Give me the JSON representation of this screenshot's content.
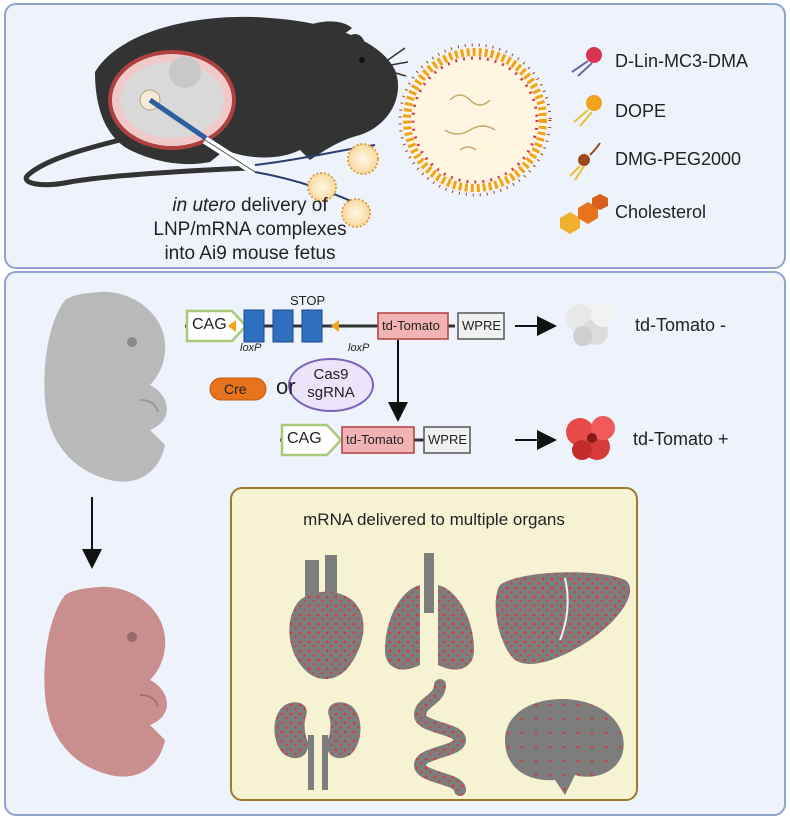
{
  "top": {
    "caption": {
      "line1_italic": "in utero",
      "line1_rest": " delivery of",
      "line2": "LNP/mRNA complexes",
      "line3": "into Ai9 mouse fetus"
    },
    "legend": [
      {
        "label": "D-Lin-MC3-DMA",
        "color": "#d9344f"
      },
      {
        "label": "DOPE",
        "color": "#f0a21a"
      },
      {
        "label": "DMG-PEG2000",
        "color": "#9b4a1c"
      },
      {
        "label": "Cholesterol",
        "color": "#e8731d"
      }
    ]
  },
  "construct": {
    "cag": "CAG",
    "stop": "STOP",
    "loxp": "loxP",
    "tdtomato": "td-Tomato",
    "wpre": "WPRE",
    "result_neg": "td-Tomato -",
    "result_pos": "td-Tomato +",
    "cre": "Cre",
    "or": "or",
    "cas9_line1": "Cas9",
    "cas9_line2": "sgRNA"
  },
  "organs": {
    "title": "mRNA delivered to multiple organs",
    "items": [
      "heart",
      "lungs",
      "liver",
      "kidneys",
      "intestine",
      "brain"
    ]
  },
  "colors": {
    "panel_border": "#8fa3cf",
    "panel_fill": "#eef3fb",
    "stop_block": "#2f6fbf",
    "tdtomato_box": "#f1b3b3",
    "organ_gray": "#7d7d7d",
    "organ_dot": "#d63a3a",
    "fetus_gray": "#b9b9b9",
    "fetus_red": "#c98f8f"
  }
}
